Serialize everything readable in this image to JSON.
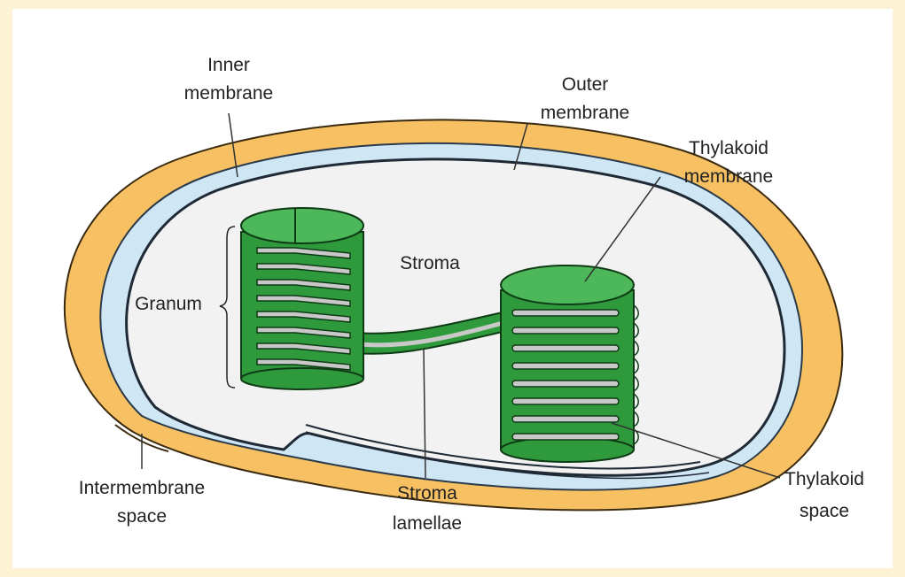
{
  "labels": {
    "inner_membrane": [
      "Inner",
      "membrane"
    ],
    "outer_membrane": [
      "Outer",
      "membrane"
    ],
    "thylakoid_membrane": [
      "Thylakoid",
      "membrane"
    ],
    "stroma": "Stroma",
    "granum": "Granum",
    "intermembrane_space": [
      "Intermembrane",
      "space"
    ],
    "stroma_lamellae": [
      "Stroma",
      "lamellae"
    ],
    "thylakoid_space": [
      "Thylakoid",
      "space"
    ]
  },
  "colors": {
    "background": "#fdf2d4",
    "outer_membrane": "#f7c163",
    "intermembrane": "#cfe6f5",
    "stroma": "#f2f2f2",
    "thylakoid_green": "#2f9a3c",
    "thylakoid_light": "#4db85a",
    "thylakoid_space": "#c8c8c8"
  }
}
